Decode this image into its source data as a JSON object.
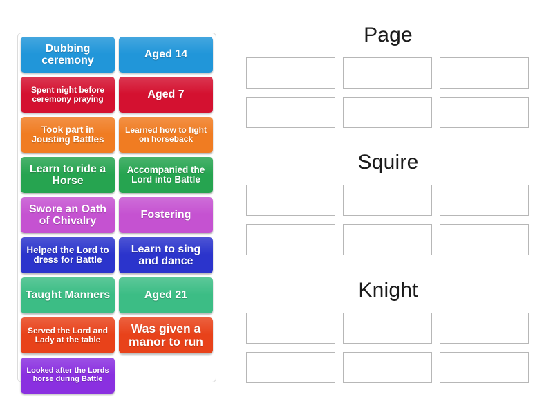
{
  "tiles": {
    "rows": [
      [
        {
          "label": "Dubbing ceremony",
          "color": "#2196d9",
          "size": "fs-lg"
        },
        {
          "label": "Aged 14",
          "color": "#2196d9",
          "size": "fs-lg"
        }
      ],
      [
        {
          "label": "Spent night before ceremony praying",
          "color": "#d41130",
          "size": "fs-sm"
        },
        {
          "label": "Aged 7",
          "color": "#d41130",
          "size": "fs-lg"
        }
      ],
      [
        {
          "label": "Took part in Jousting Battles",
          "color": "#f07c22",
          "size": "fs-md"
        },
        {
          "label": "Learned how to fight on horseback",
          "color": "#f07c22",
          "size": "fs-sm"
        }
      ],
      [
        {
          "label": "Learn to ride a Horse",
          "color": "#26a450",
          "size": "fs-lg"
        },
        {
          "label": "Accompanied the Lord into Battle",
          "color": "#26a450",
          "size": "fs-md"
        }
      ],
      [
        {
          "label": "Swore an Oath of Chivalry",
          "color": "#c552d1",
          "size": "fs-lg"
        },
        {
          "label": "Fostering",
          "color": "#c552d1",
          "size": "fs-lg"
        }
      ],
      [
        {
          "label": "Helped the Lord to dress for Battle",
          "color": "#2b34cc",
          "size": "fs-md"
        },
        {
          "label": "Learn to sing and dance",
          "color": "#2b34cc",
          "size": "fs-lg"
        }
      ],
      [
        {
          "label": "Taught Manners",
          "color": "#3cbd85",
          "size": "fs-lg"
        },
        {
          "label": "Aged 21",
          "color": "#3cbd85",
          "size": "fs-lg"
        }
      ],
      [
        {
          "label": "Served the Lord and Lady at the table",
          "color": "#e8421a",
          "size": "fs-sm"
        },
        {
          "label": "Was given a manor to run",
          "color": "#e8421a",
          "size": "fs-xl"
        }
      ],
      [
        {
          "label": "Looked after the Lords horse during Battle",
          "color": "#8a30e0",
          "size": "fs-xs"
        },
        {
          "label": "",
          "color": "transparent",
          "size": "fs-sm",
          "empty": true
        }
      ]
    ]
  },
  "groups": [
    {
      "title": "Page",
      "slots": [
        "",
        "",
        "",
        "",
        "",
        ""
      ]
    },
    {
      "title": "Squire",
      "slots": [
        "",
        "",
        "",
        "",
        "",
        ""
      ]
    },
    {
      "title": "Knight",
      "slots": [
        "",
        "",
        "",
        "",
        "",
        ""
      ]
    }
  ]
}
